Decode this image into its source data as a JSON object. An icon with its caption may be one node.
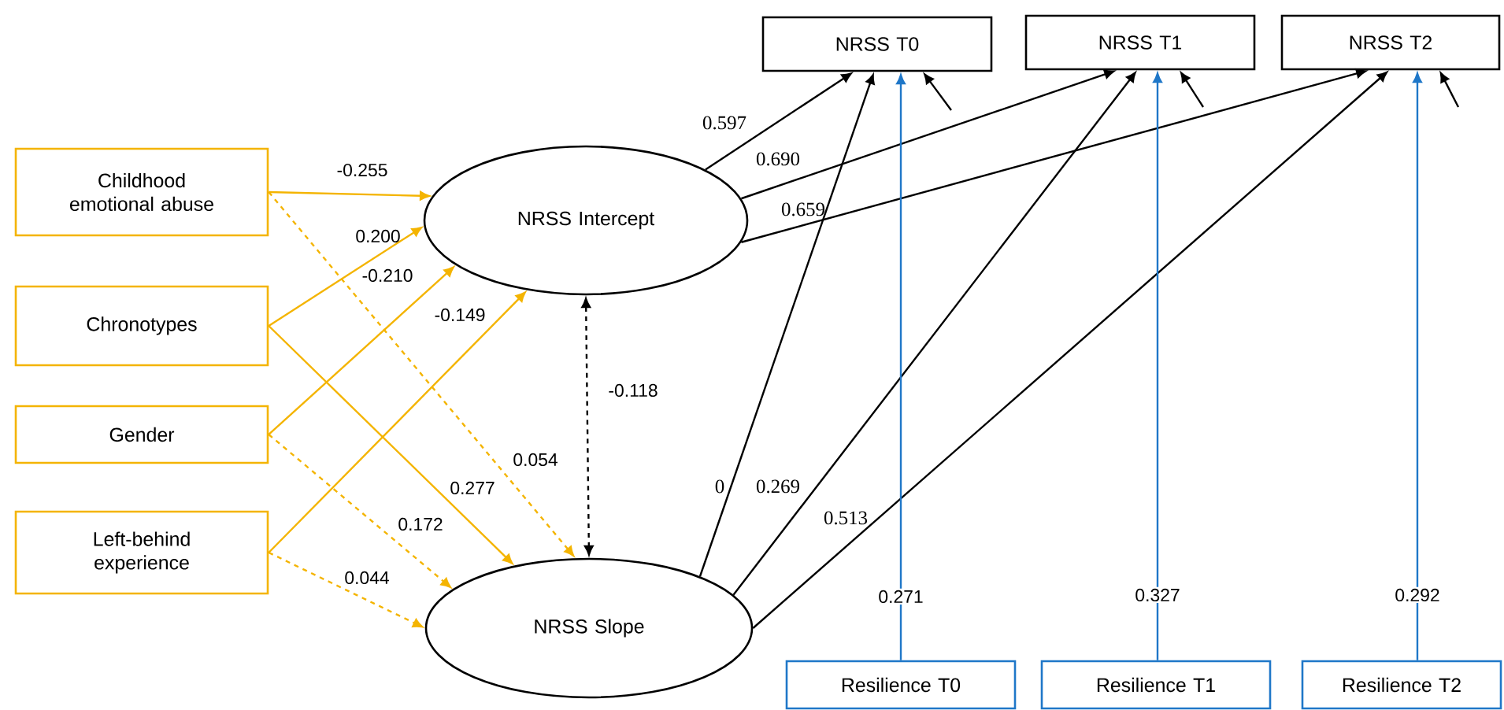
{
  "diagram": {
    "nodes": [
      {
        "text": [
          "Childhood emotional abuse"
        ]
      },
      {
        "text": [
          "Chronotypes"
        ]
      },
      {
        "text": [
          "Gender"
        ]
      },
      {
        "text": [
          "Left-behind experience"
        ]
      },
      {
        "text": [
          "NRSS Intercept"
        ]
      },
      {
        "text": [
          "NRSS Slope"
        ]
      },
      {
        "text": [
          "NRSS T0"
        ]
      },
      {
        "text": [
          "NRSS T1"
        ]
      },
      {
        "text": [
          "NRSS T2"
        ]
      },
      {
        "text": [
          "Resilience T0"
        ]
      },
      {
        "text": [
          "Resilience T1"
        ]
      },
      {
        "text": [
          "Resilience T2"
        ]
      }
    ],
    "edges": [
      {
        "from": 0,
        "to": 4,
        "arrow": "to",
        "label": "-0.255",
        "color": "#f4b400"
      },
      {
        "from": 1,
        "to": 4,
        "arrow": "to",
        "label": "0.200",
        "color": "#f4b400"
      },
      {
        "from": 2,
        "to": 4,
        "arrow": "to",
        "label": "-0.210",
        "color": "#f4b400"
      },
      {
        "from": 3,
        "to": 4,
        "arrow": "to",
        "label": "-0.149",
        "color": "#f4b400"
      },
      {
        "from": 0,
        "to": 5,
        "arrow": "to",
        "label": "0.054",
        "style": "dashed",
        "color": "#f4b400"
      },
      {
        "from": 1,
        "to": 5,
        "arrow": "to",
        "label": "0.277",
        "color": "#f4b400"
      },
      {
        "from": 2,
        "to": 5,
        "arrow": "to",
        "label": "0.172",
        "style": "dashed",
        "color": "#f4b400"
      },
      {
        "from": 3,
        "to": 5,
        "arrow": "to",
        "label": "0.044",
        "style": "dashed",
        "color": "#f4b400"
      },
      {
        "from": 4,
        "to": 5,
        "arrow": "both",
        "label": "-0.118",
        "style": "dashed"
      },
      {
        "from": 4,
        "to": 6,
        "arrow": "to",
        "label": "0.597"
      },
      {
        "from": 4,
        "to": 7,
        "arrow": "to",
        "label": "0.690"
      },
      {
        "from": 4,
        "to": 8,
        "arrow": "to",
        "label": "0.659"
      },
      {
        "from": 5,
        "to": 6,
        "arrow": "to",
        "label": "0"
      },
      {
        "from": 5,
        "to": 7,
        "arrow": "to",
        "label": "0.269"
      },
      {
        "from": 5,
        "to": 8,
        "arrow": "to",
        "label": "0.513"
      },
      {
        "from": 9,
        "to": 6,
        "arrow": "to",
        "label": "0.271",
        "color": "#1f77c8"
      },
      {
        "from": 10,
        "to": 7,
        "arrow": "to",
        "label": "0.327",
        "color": "#1f77c8"
      },
      {
        "from": 11,
        "to": 8,
        "arrow": "to",
        "label": "0.292",
        "color": "#1f77c8"
      },
      {
        "from": null,
        "to": 6,
        "arrow": "to"
      },
      {
        "from": null,
        "to": 7,
        "arrow": "to"
      },
      {
        "from": null,
        "to": 8,
        "arrow": "to"
      }
    ]
  }
}
